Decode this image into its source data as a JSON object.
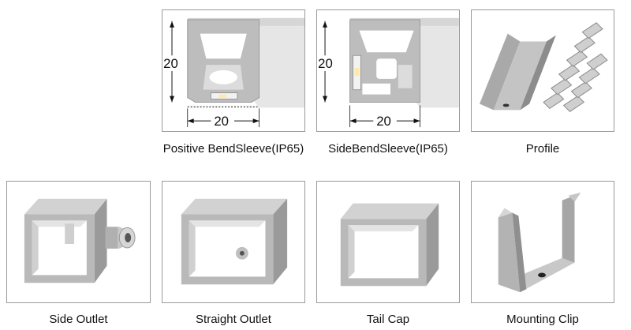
{
  "top_row": [
    {
      "caption": "Positive BendSleeve(IP65)",
      "dim_height": "20",
      "dim_width": "20"
    },
    {
      "caption": "SideBendSleeve(IP65)",
      "dim_height": "20",
      "dim_width": "20"
    },
    {
      "caption": "Profile"
    }
  ],
  "bottom_row": [
    {
      "caption": "Side Outlet"
    },
    {
      "caption": "Straight Outlet"
    },
    {
      "caption": "Tail Cap"
    },
    {
      "caption": "Mounting Clip"
    }
  ],
  "colors": {
    "part_grey": "#b9b9b9",
    "part_dark": "#7d7d7d",
    "border": "#9a9a9a",
    "text": "#111111"
  }
}
